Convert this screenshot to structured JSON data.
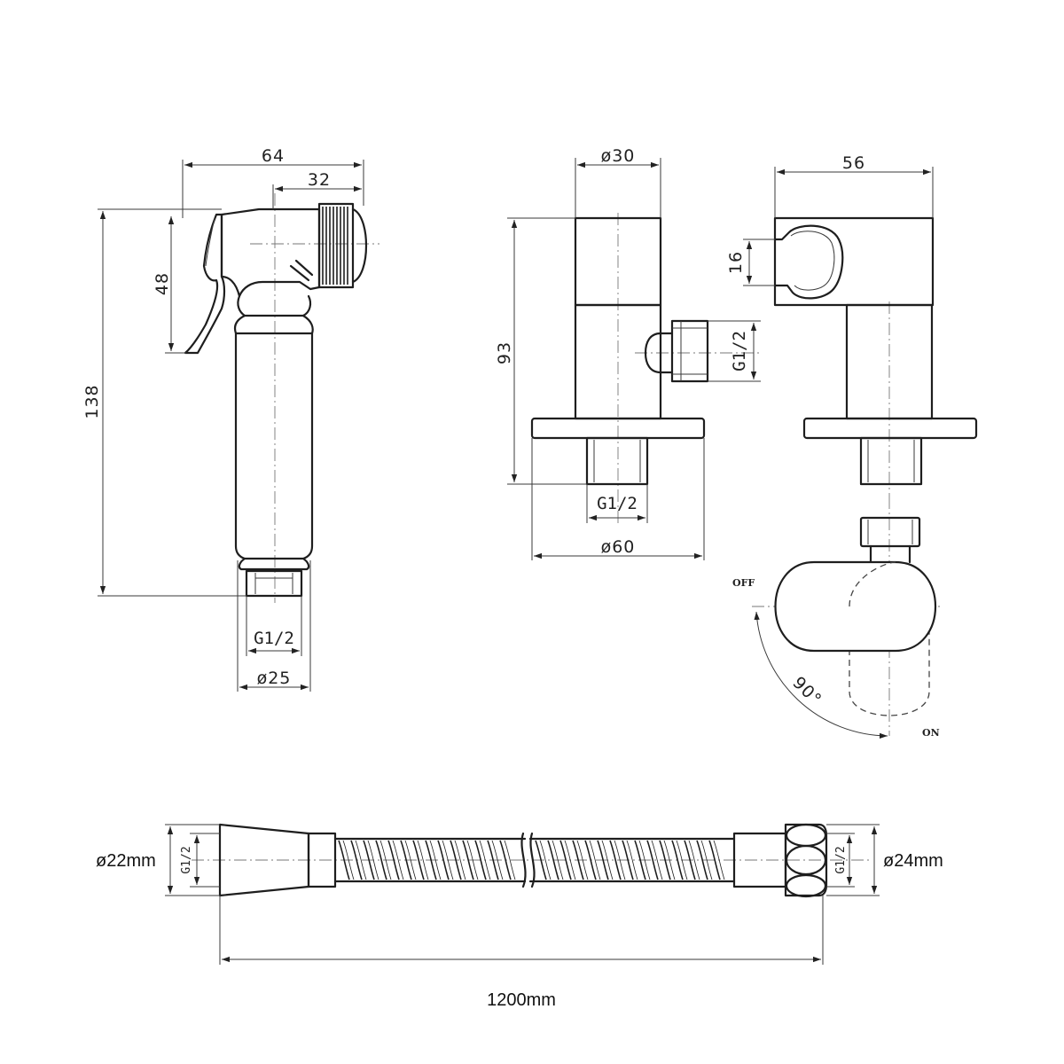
{
  "sprayer": {
    "width_label": "64",
    "head_label": "32",
    "height_label": "138",
    "lever_label": "48",
    "thread_label": "G1/2",
    "diameter_label": "ø25"
  },
  "valve_front": {
    "top_diameter_label": "ø30",
    "height_label": "93",
    "side_thread_label": "G1/2",
    "bottom_thread_label": "G1/2",
    "flange_diameter_label": "ø60"
  },
  "valve_side": {
    "width_label": "56",
    "holder_label": "16"
  },
  "rotation": {
    "off_label": "OFF",
    "on_label": "ON",
    "angle_label": "90°"
  },
  "hose": {
    "left_diameter_label": "ø22mm",
    "right_diameter_label": "ø24mm",
    "left_thread_label": "G1/2",
    "right_thread_label": "G1/2",
    "length_label": "1200mm"
  }
}
